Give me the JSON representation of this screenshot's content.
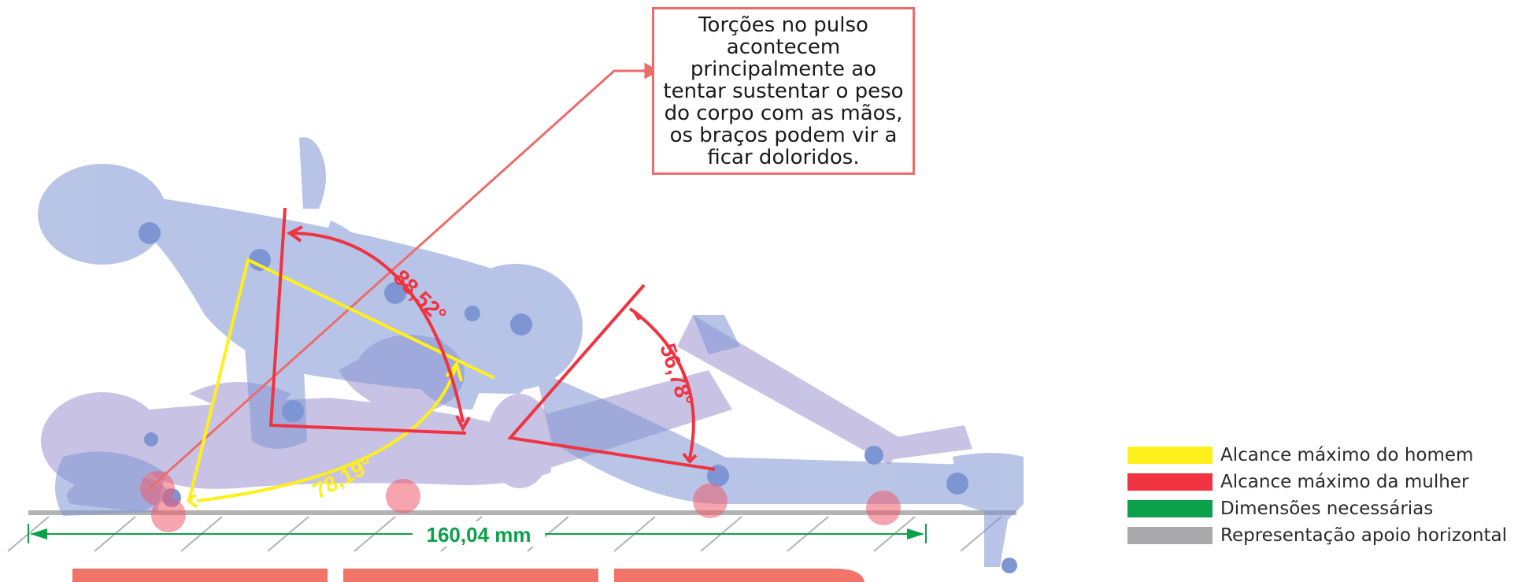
{
  "callout": {
    "text": "Torções no pulso acontecem principalmente ao tentar sustentar o peso do corpo com as mãos, os braços podem vir a ficar doloridos."
  },
  "angles": {
    "woman_upper": "88,52°",
    "woman_lower": "56,78°",
    "man": "78,19°"
  },
  "dimension": {
    "label": "160,04 mm"
  },
  "legend": [
    {
      "label": "Alcance máximo do homem",
      "color": "#ffef1a"
    },
    {
      "label": "Alcance máximo da mulher",
      "color": "#ef3340"
    },
    {
      "label": "Dimensões necessárias",
      "color": "#0ba14a"
    },
    {
      "label": "Representação apoio horizontal",
      "color": "#a9a9ab"
    }
  ],
  "colors": {
    "figure_blue": "#7e95d4",
    "figure_purple": "#a79fd6",
    "callout_border": "#ec6b6b",
    "bottom_bar": "#f07468",
    "support": "#b3b3b3"
  }
}
